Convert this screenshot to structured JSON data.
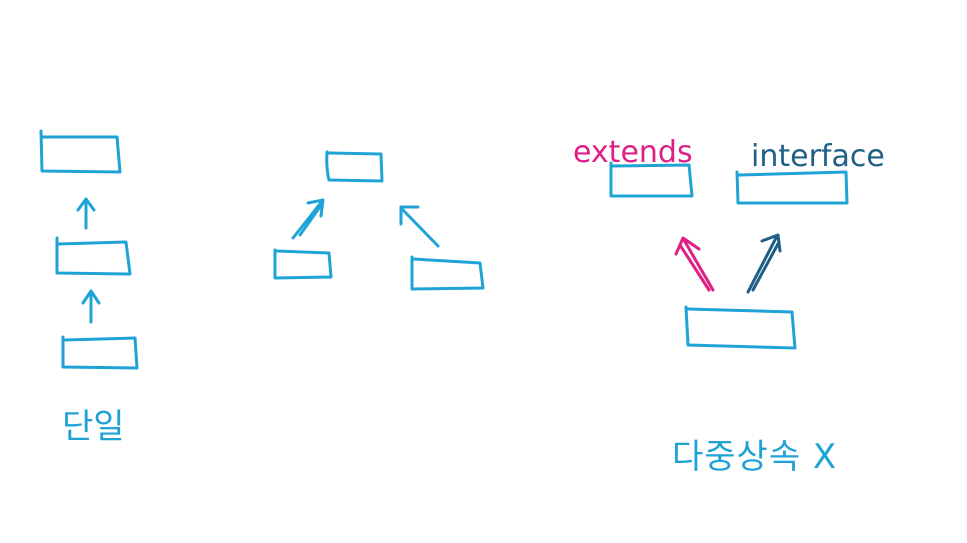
{
  "colors": {
    "background": "#ffffff",
    "ink_blue": "#1fa3d6",
    "ink_magenta": "#dd1f86",
    "ink_navy": "#1f5f86"
  },
  "labels": {
    "single": "단일",
    "extends": "extends",
    "interface": "interface",
    "multiple_inheritance_no": "다중상속 X"
  },
  "diagrams": {
    "single_chain": {
      "boxes": 3,
      "arrows": 2
    },
    "shared_parent": {
      "boxes": 3,
      "arrows": 2
    },
    "extends_interface": {
      "boxes": 3,
      "arrows": 2
    }
  }
}
